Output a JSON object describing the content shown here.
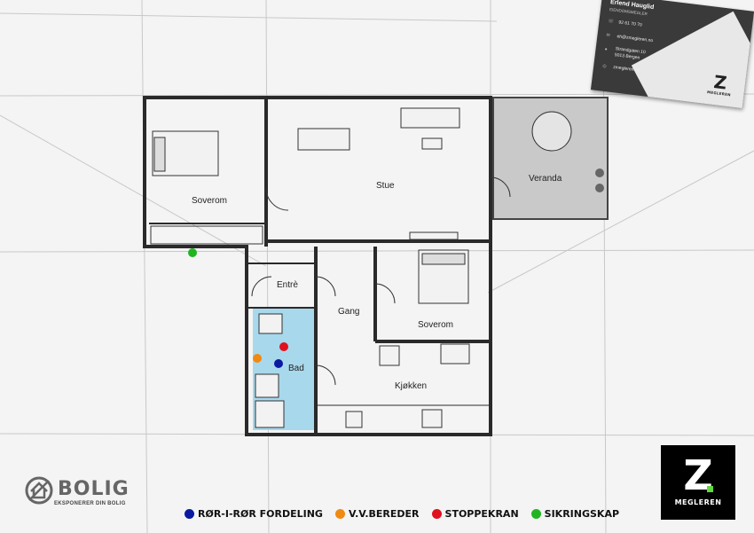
{
  "rooms": {
    "soverom_1": "Soverom",
    "stue": "Stue",
    "veranda": "Veranda",
    "entre": "Entrè",
    "gang": "Gang",
    "soverom_2": "Soverom",
    "bad": "Bad",
    "kjokken": "Kjøkken"
  },
  "legend": [
    {
      "label": "RØR-I-RØR FORDELING",
      "color": "#0a1aa0"
    },
    {
      "label": "V.V.BEREDER",
      "color": "#f08a10"
    },
    {
      "label": "STOPPEKRAN",
      "color": "#e0101e"
    },
    {
      "label": "SIKRINGSKAP",
      "color": "#20b520"
    }
  ],
  "business_card": {
    "name": "Erlend Hauglid",
    "role": "EIENDOMSMEGLER",
    "phone": "92 61 70 70",
    "email": "eh@zmegleren.no",
    "address_line1": "Strandgaten 10",
    "address_line2": "5013 Bergen",
    "website": "zmegleren.no",
    "logo_letter": "Z",
    "logo_text": "MEGLEREN"
  },
  "brand": {
    "z_letter": "Z",
    "z_text": "MEGLEREN",
    "bolig_word": "BOLIG",
    "bolig_tagline": "EKSPONERER DIN BOLIG"
  },
  "colors": {
    "bathroom_fill": "#a8d8ec",
    "veranda_fill": "#c9c9c9",
    "wall": "#2a2a2a",
    "accent_green": "#5fd93d"
  }
}
